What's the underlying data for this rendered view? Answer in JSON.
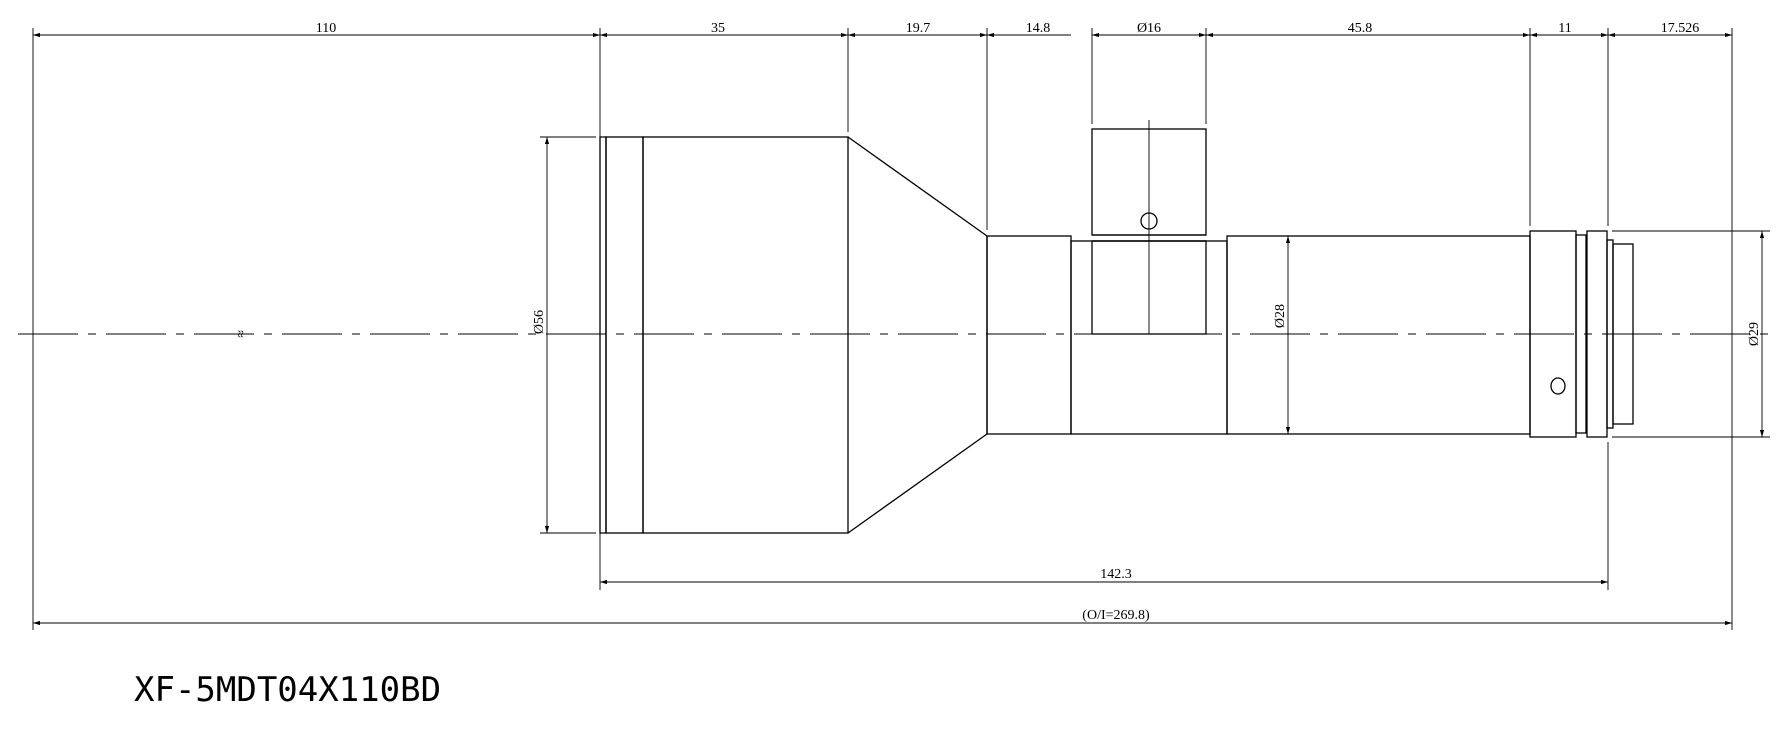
{
  "model": "XF-5MDT04X110BD",
  "dimensions": {
    "working_distance": "110",
    "front_barrel": "35",
    "taper": "19.7",
    "tube_section": "14.8",
    "knob_diameter": "Ø16",
    "mid_tube": "45.8",
    "ring": "11",
    "flange": "17.526",
    "overall_length": "142.3",
    "object_to_image": "(O/I=269.8)",
    "front_diameter": "Ø56",
    "tube_diameter": "Ø28",
    "mount_diameter": "Ø29"
  },
  "symbols": {
    "break_mark": "≈"
  }
}
